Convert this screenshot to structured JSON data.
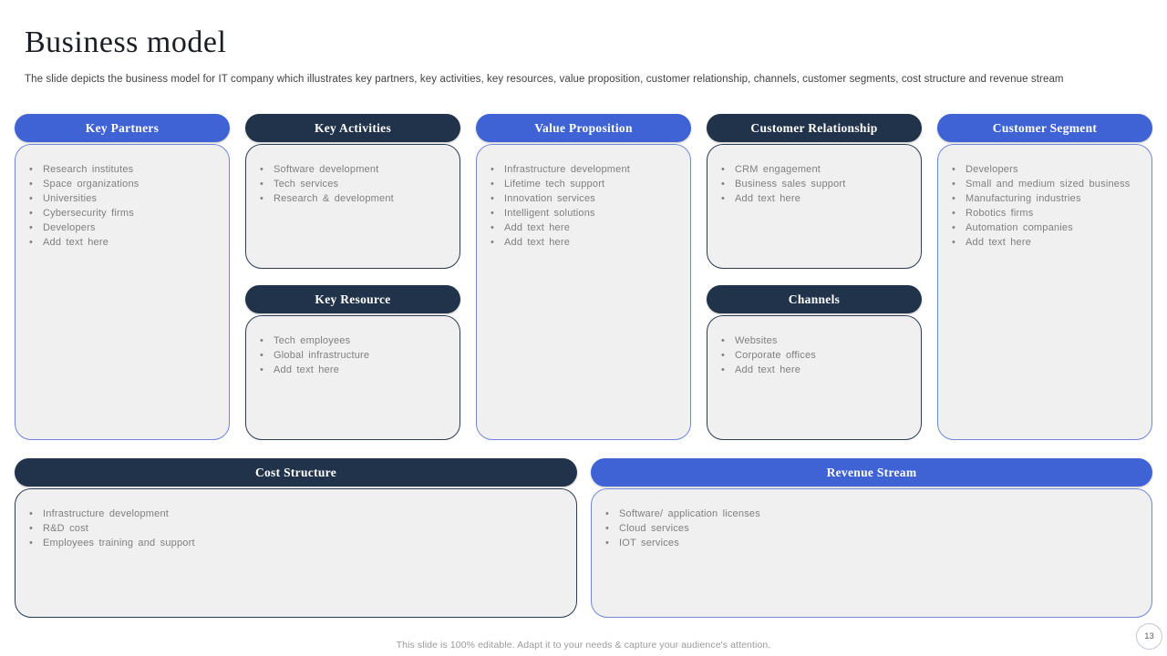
{
  "slide": {
    "title": "Business model",
    "subtitle": "The slide depicts the business model for IT company which illustrates key partners, key activities, key resources, value proposition, customer relationship, channels, customer segments, cost structure and revenue stream",
    "footer": "This slide is 100% editable. Adapt it to your needs & capture your audience's attention.",
    "page_number": "13"
  },
  "colors": {
    "blue": "#3f63d4",
    "navy": "#21334a",
    "box_bg": "#f0f0f0",
    "blue_border": "#7087d8",
    "navy_border": "#2a3c54",
    "bullet_text": "#7f7f7f"
  },
  "sections": {
    "key_partners": {
      "label": "Key Partners",
      "items": [
        "Research institutes",
        "Space organizations",
        "Universities",
        "Cybersecurity firms",
        "Developers",
        "Add text here"
      ]
    },
    "key_activities": {
      "label": "Key Activities",
      "items": [
        "Software development",
        "Tech services",
        "Research & development"
      ]
    },
    "key_resource": {
      "label": "Key Resource",
      "items": [
        "Tech employees",
        "Global infrastructure",
        "Add text here"
      ]
    },
    "value_proposition": {
      "label": "Value Proposition",
      "items": [
        "Infrastructure development",
        "Lifetime tech support",
        "Innovation services",
        "Intelligent solutions",
        "Add text here",
        "Add text here"
      ]
    },
    "customer_relationship": {
      "label": "Customer Relationship",
      "items": [
        "CRM engagement",
        "Business sales support",
        "Add text here"
      ]
    },
    "channels": {
      "label": "Channels",
      "items": [
        "Websites",
        "Corporate offices",
        "Add text here"
      ]
    },
    "customer_segment": {
      "label": "Customer Segment",
      "items": [
        "Developers",
        "Small and medium sized business",
        "Manufacturing industries",
        "Robotics firms",
        "Automation companies",
        "Add text here"
      ]
    },
    "cost_structure": {
      "label": "Cost Structure",
      "items": [
        "Infrastructure development",
        "R&D cost",
        "Employees training and support"
      ]
    },
    "revenue_stream": {
      "label": "Revenue Stream",
      "items": [
        "Software/ application licenses",
        "Cloud services",
        "IOT services"
      ]
    }
  }
}
